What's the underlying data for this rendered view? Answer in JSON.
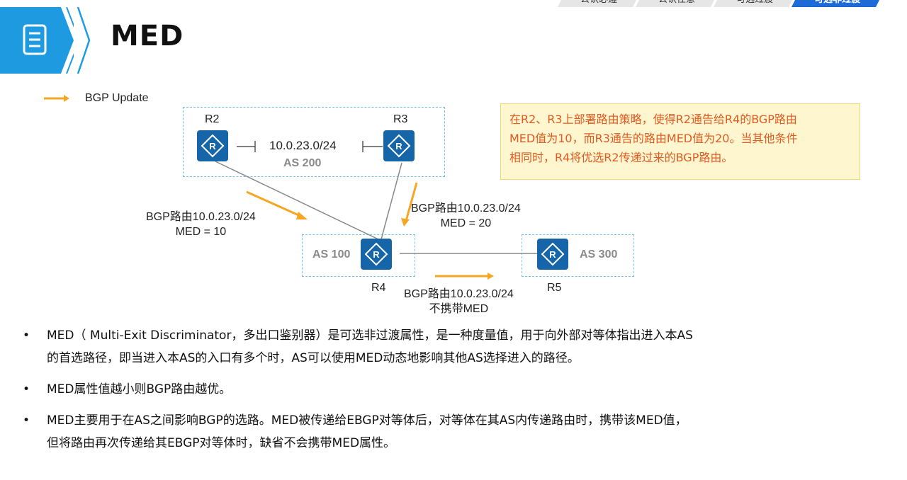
{
  "tabs": [
    "公认必遵",
    "公认任意",
    "可选过渡",
    "可选非过渡"
  ],
  "header": {
    "icon": "document-icon",
    "title": "MED"
  },
  "legend": {
    "label": "BGP Update",
    "color": "#f5a623"
  },
  "diagram": {
    "as200": {
      "label": "AS 200",
      "network": "10.0.23.0/24"
    },
    "as100": {
      "label": "AS 100"
    },
    "as300": {
      "label": "AS 300"
    },
    "routers": {
      "r2": "R2",
      "r3": "R3",
      "r4": "R4",
      "r5": "R5"
    },
    "routes": {
      "r2_line1": "BGP路由10.0.23.0/24",
      "r2_line2": "MED = 10",
      "r3_line1": "BGP路由10.0.23.0/24",
      "r3_line2": "MED = 20",
      "r4_line1": "BGP路由10.0.23.0/24",
      "r4_line2": "不携带MED"
    },
    "router_color": "#1565a8",
    "as_border_color": "#6fc3e4"
  },
  "note": {
    "line1": "在R2、R3上部署路由策略，使得R2通告给R4的BGP路由",
    "line2": "MED值为10，而R3通告的路由MED值为20。当其他条件",
    "line3": "相同时，R4将优选R2传递过来的BGP路由。"
  },
  "bullets": [
    {
      "line1": "MED（ Multi-Exit  Discriminator，多出口鉴别器）是可选非过渡属性，是一种度量值，用于向外部对等体指出进入本AS",
      "line2": "的首选路径，即当进入本AS的入口有多个时，AS可以使用MED动态地影响其他AS选择进入的路径。"
    },
    {
      "line1": "MED属性值越小则BGP路由越优。",
      "line2": ""
    },
    {
      "line1": "MED主要用于在AS之间影响BGP的选路。MED被传递给EBGP对等体后，对等体在其AS内传递路由时，携带该MED值，",
      "line2": "但将路由再次传递给其EBGP对等体时，缺省不会携带MED属性。"
    }
  ],
  "bullet_marker": "•"
}
